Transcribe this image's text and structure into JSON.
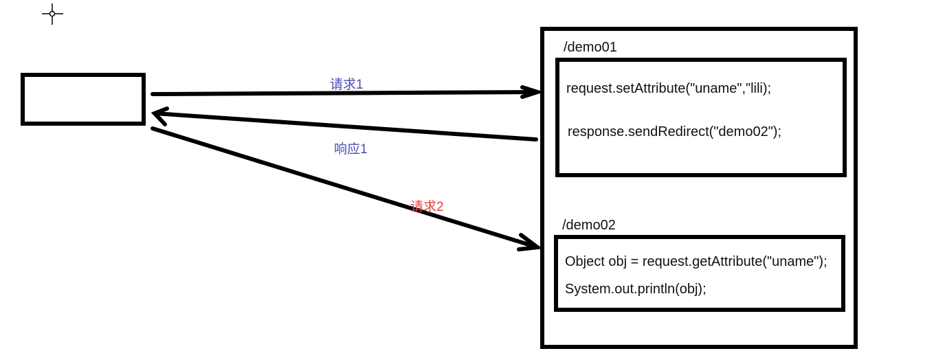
{
  "server": {
    "demo01_path": "/demo01",
    "demo01_lines": [
      "request.setAttribute(\"uname\",\"lili);",
      "response.sendRedirect(\"demo02\");"
    ],
    "demo02_path": "/demo02",
    "demo02_lines": [
      "Object obj = request.getAttribute(\"uname\");",
      "System.out.println(obj);"
    ]
  },
  "arrows": {
    "request1_label": "请求1",
    "response1_label": "响应1",
    "request2_label": "请求2"
  },
  "colors": {
    "stroke": "#000000",
    "label_blue": "#4b4ab8",
    "label_red": "#e0403a"
  },
  "icons": [
    "crosshair-cursor-icon"
  ]
}
